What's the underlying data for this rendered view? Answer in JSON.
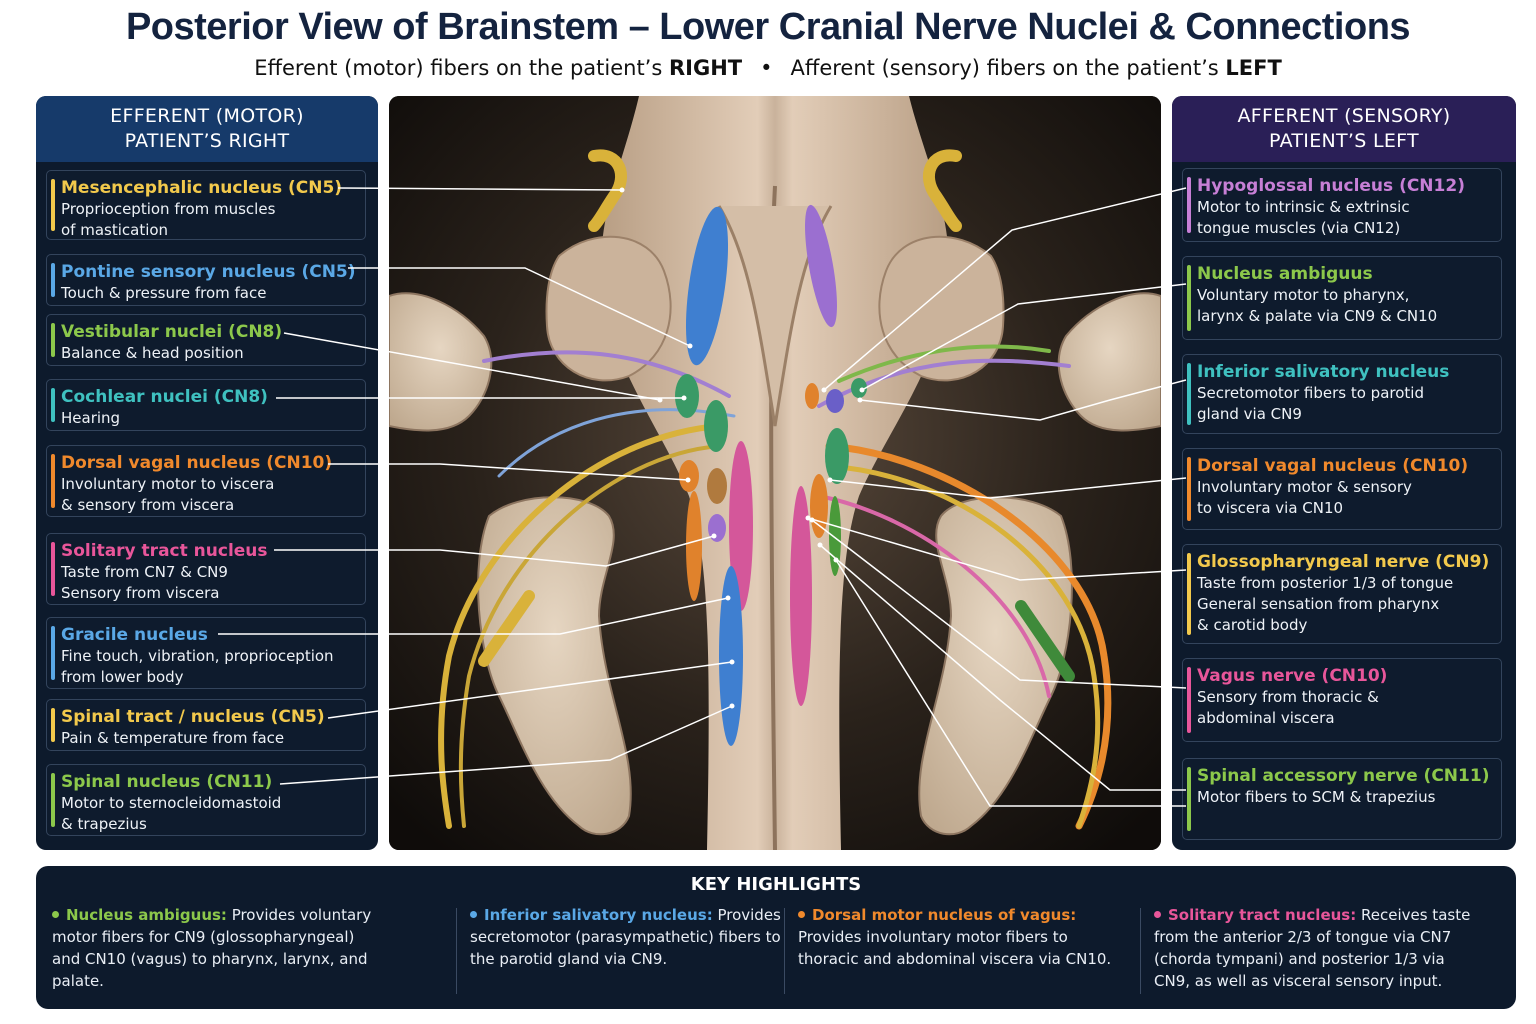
{
  "title": "Posterior View of Brainstem – Lower Cranial Nerve Nuclei & Connections",
  "subtitle": {
    "part1": "Efferent (motor) fibers on the patient’s ",
    "right_word": "RIGHT",
    "separator": "•",
    "part2": "Afferent (sensory) fibers on the patient’s ",
    "left_word": "LEFT"
  },
  "left_panel": {
    "header_line1": "EFFERENT (MOTOR)",
    "header_line2": "PATIENT’S RIGHT",
    "items": [
      {
        "title": "Mesencephalic nucleus (CN5)",
        "desc": [
          "Proprioception from muscles",
          "of mastication"
        ],
        "color": "#f2c94c"
      },
      {
        "title": "Pontine sensory nucleus (CN5)",
        "desc": [
          "Touch & pressure from face"
        ],
        "color": "#5aa8e6"
      },
      {
        "title": "Vestibular nuclei (CN8)",
        "desc": [
          "Balance & head position"
        ],
        "color": "#8cc84b"
      },
      {
        "title": "Cochlear nuclei (CN8)",
        "desc": [
          "Hearing"
        ],
        "color": "#3fc1c0"
      },
      {
        "title": "Dorsal vagal nucleus (CN10)",
        "desc": [
          "Involuntary motor to viscera",
          "& sensory from viscera"
        ],
        "color": "#f0892c"
      },
      {
        "title": "Solitary tract nucleus",
        "desc": [
          "Taste from CN7 & CN9",
          "Sensory from viscera"
        ],
        "color": "#e8569a"
      },
      {
        "title": "Gracile nucleus",
        "desc": [
          "Fine touch, vibration, proprioception",
          "from lower body"
        ],
        "color": "#5aa8e6"
      },
      {
        "title": "Spinal tract / nucleus (CN5)",
        "desc": [
          "Pain & temperature from face"
        ],
        "color": "#f2c94c"
      },
      {
        "title": "Spinal nucleus (CN11)",
        "desc": [
          "Motor to sternocleidomastoid",
          "& trapezius"
        ],
        "color": "#8cc84b"
      }
    ]
  },
  "right_panel": {
    "header_line1": "AFFERENT (SENSORY)",
    "header_line2": "PATIENT’S LEFT",
    "items": [
      {
        "title": "Hypoglossal nucleus (CN12)",
        "desc": [
          "Motor to intrinsic & extrinsic",
          "tongue muscles (via CN12)"
        ],
        "color": "#c77fd6"
      },
      {
        "title": "Nucleus ambiguus",
        "desc": [
          "Voluntary motor to pharynx,",
          "larynx & palate via CN9 & CN10"
        ],
        "color": "#8cc84b"
      },
      {
        "title": "Inferior salivatory nucleus",
        "desc": [
          "Secretomotor fibers to parotid",
          "gland via CN9"
        ],
        "color": "#3fc1c0"
      },
      {
        "title": "Dorsal vagal nucleus (CN10)",
        "desc": [
          "Involuntary motor & sensory",
          "to viscera via CN10"
        ],
        "color": "#f0892c"
      },
      {
        "title": "Glossopharyngeal nerve (CN9)",
        "desc": [
          "Taste from posterior 1/3 of tongue",
          "General sensation from pharynx",
          "& carotid body"
        ],
        "color": "#f2c94c"
      },
      {
        "title": "Vagus nerve (CN10)",
        "desc": [
          "Sensory from thoracic &",
          "abdominal viscera"
        ],
        "color": "#e8569a"
      },
      {
        "title": "Spinal accessory nerve (CN11)",
        "desc": [
          "Motor fibers to SCM & trapezius"
        ],
        "color": "#8cc84b"
      }
    ]
  },
  "key": {
    "title": "KEY HIGHLIGHTS",
    "items": [
      {
        "term": "Nucleus ambiguus:",
        "text": " Provides voluntary motor fibers for CN9 (glossopharyngeal) and CN10 (vagus) to pharynx, larynx, and palate.",
        "color": "#8cc84b"
      },
      {
        "term": "Inferior salivatory nucleus:",
        "text": " Provides secretomotor (parasympathetic) fibers to the parotid gland via CN9.",
        "color": "#5aa8e6"
      },
      {
        "term": "Dorsal motor nucleus of vagus:",
        "text": " Provides involuntary motor fibers to thoracic and abdominal viscera via CN10.",
        "color": "#f0892c"
      },
      {
        "term": "Solitary tract nucleus:",
        "text": " Receives taste from the anterior 2/3 of tongue via CN7 (chorda tympani) and posterior 1/3 via CN9, as well as visceral sensory input.",
        "color": "#e8569a"
      }
    ]
  }
}
